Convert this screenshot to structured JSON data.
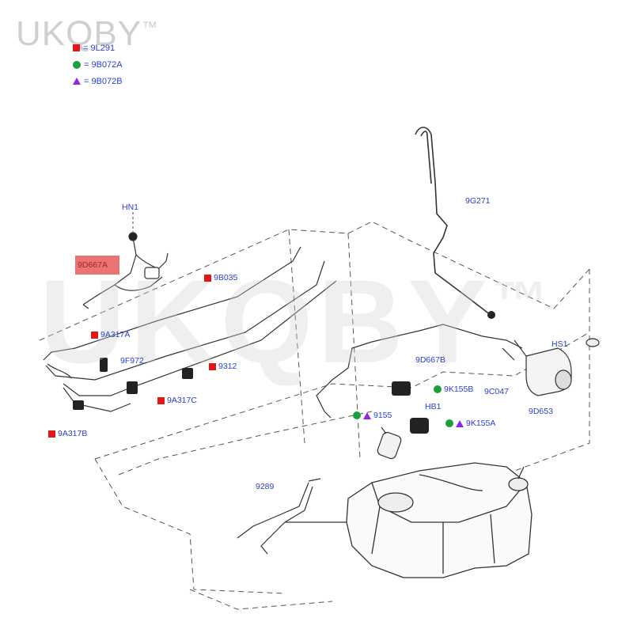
{
  "brand": {
    "text": "UKQBY",
    "tm": "™"
  },
  "watermark": {
    "text": "UKQBY",
    "tm": "™"
  },
  "legend": [
    {
      "symbol": "square",
      "text": "= 9L291"
    },
    {
      "symbol": "circle",
      "text": "= 9B072A"
    },
    {
      "symbol": "triangle",
      "text": "= 9B072B"
    }
  ],
  "labels": {
    "hn1": "HN1",
    "p9d667a": "9D667A",
    "p9b035": "9B035",
    "p9a317a": "9A317A",
    "p9f972": "9F972",
    "p9312": "9312",
    "p9a317c": "9A317C",
    "p9a317b": "9A317B",
    "p9g271": "9G271",
    "hs1": "HS1",
    "p9d667b": "9D667B",
    "p9c047": "9C047",
    "p9d653": "9D653",
    "p9k155b": "9K155B",
    "hb1": "HB1",
    "p9155": "9155",
    "p9k155a": "9K155A",
    "p9289": "9289"
  },
  "colors": {
    "label_text": "#2a3fd0",
    "square_marker": "#e01818",
    "circle_marker": "#1aa03c",
    "triangle_marker": "#8a2be2",
    "highlight": "#e65a5a",
    "line": "#333333"
  }
}
